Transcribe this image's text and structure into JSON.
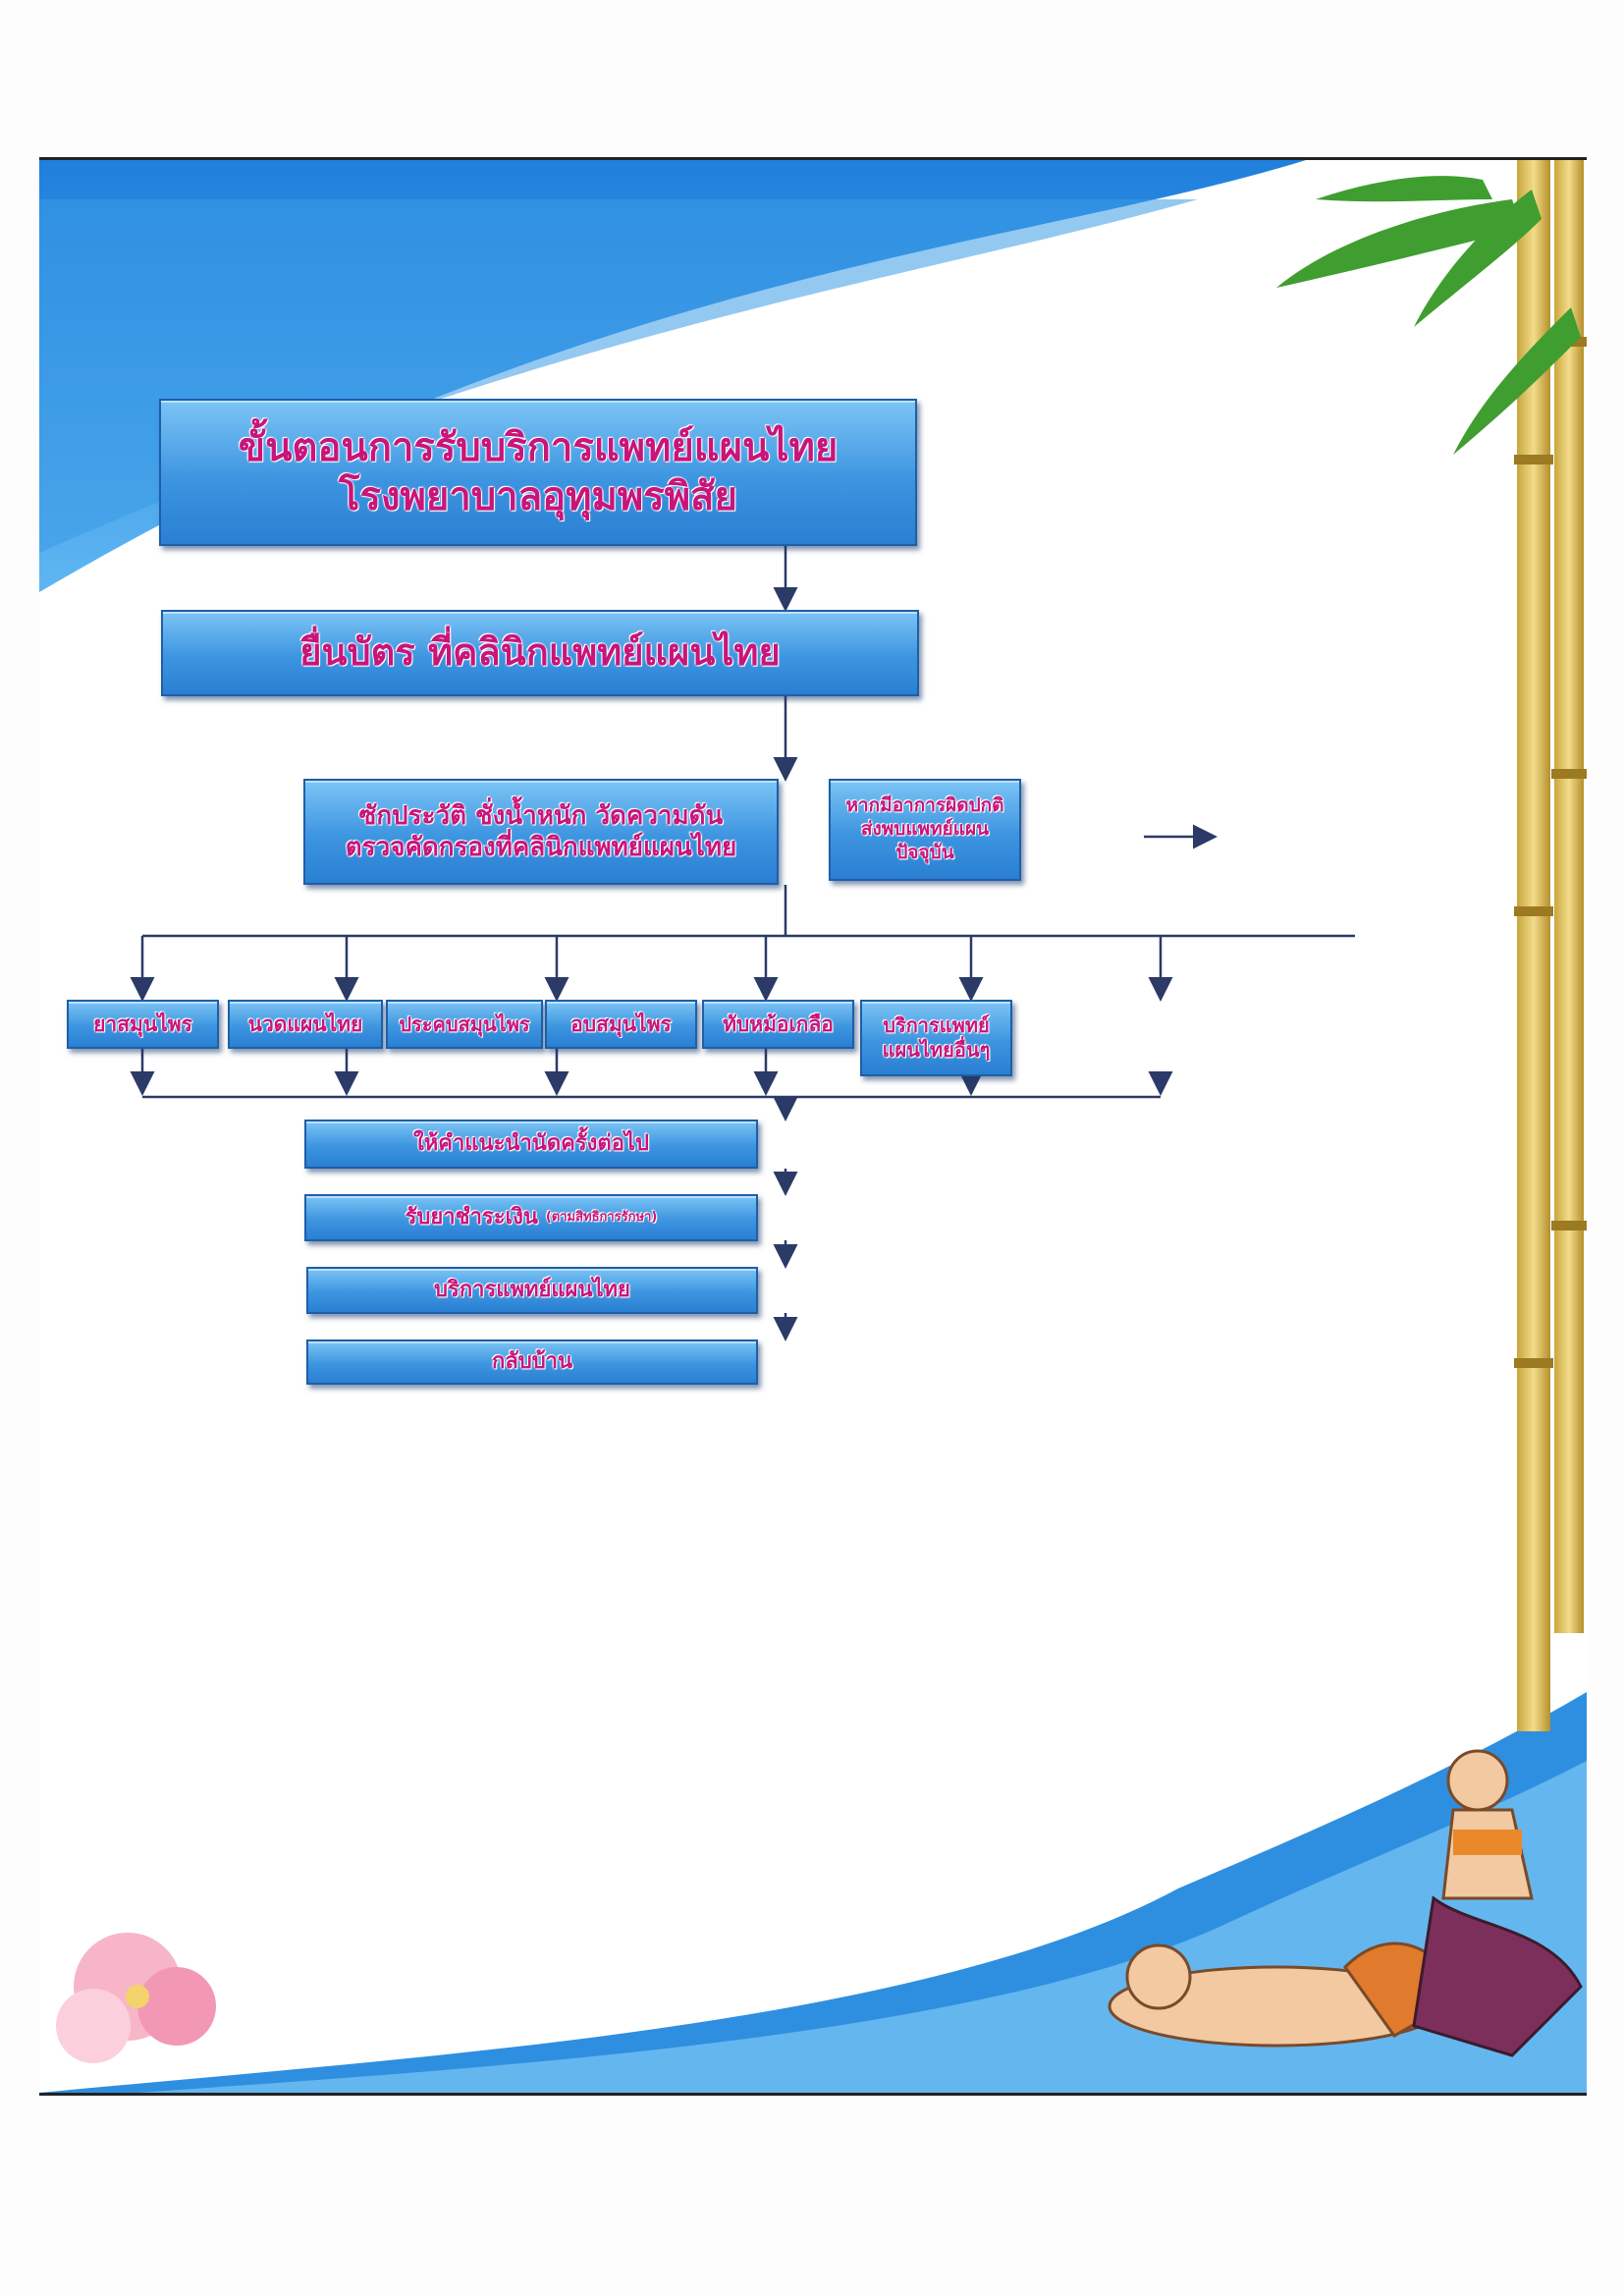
{
  "title": {
    "line1": "ขั้นตอนการรับบริการแพทย์แผนไทย",
    "line2": "โรงพยาบาลอุทุมพรพิสัย"
  },
  "steps": {
    "register": "ยื่นบัตร ที่คลินิกแพทย์แผนไทย",
    "screening_line1": "ซักประวัติ ชั่งน้ำหนัก วัดความดัน",
    "screening_line2": "ตรวจคัดกรองที่คลินิกแพทย์แผนไทย",
    "referral_line1": "หากมีอาการผิดปกติ",
    "referral_line2": "ส่งพบแพทย์แผน",
    "referral_line3": "ปัจจุบัน"
  },
  "services": [
    {
      "label": "ยาสมุนไพร"
    },
    {
      "label": "นวดแผนไทย"
    },
    {
      "label": "ประคบสมุนไพร"
    },
    {
      "label": "อบสมุนไพร"
    },
    {
      "label": "ทับหม้อเกลือ"
    },
    {
      "label": "บริการแพทย์",
      "label2": "แผนไทยอื่นๆ"
    }
  ],
  "after": {
    "advice": "ให้คำแนะนำนัดครั้งต่อไป",
    "pay_main": "รับยาชำระเงิน",
    "pay_note": "(ตามสิทธิการรักษา)",
    "service": "บริการแพทย์แผนไทย",
    "home": "กลับบ้าน"
  },
  "colors": {
    "box_fill": "#3d95e0",
    "box_border": "#1e5fa8",
    "text": "#c8157a",
    "arrow": "#2b3a66",
    "background_wave": "#2e8fe0"
  }
}
